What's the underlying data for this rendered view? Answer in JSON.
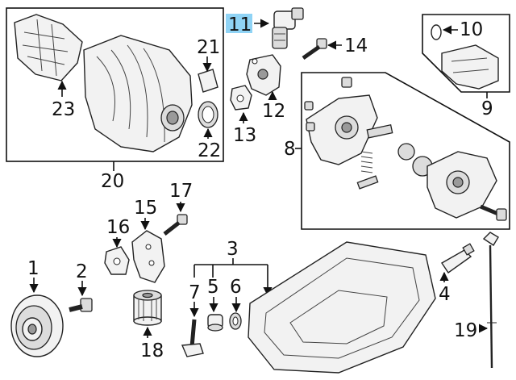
{
  "callouts": {
    "c1": "1",
    "c2": "2",
    "c3": "3",
    "c4": "4",
    "c5": "5",
    "c6": "6",
    "c7": "7",
    "c8": "8",
    "c9": "9",
    "c10": "10",
    "c11": "11",
    "c12": "12",
    "c13": "13",
    "c14": "14",
    "c15": "15",
    "c16": "16",
    "c17": "17",
    "c18": "18",
    "c19": "19",
    "c20": "20",
    "c21": "21",
    "c22": "22",
    "c23": "23"
  },
  "colors": {
    "highlight": "#8fd3f5",
    "ink": "#111111"
  }
}
